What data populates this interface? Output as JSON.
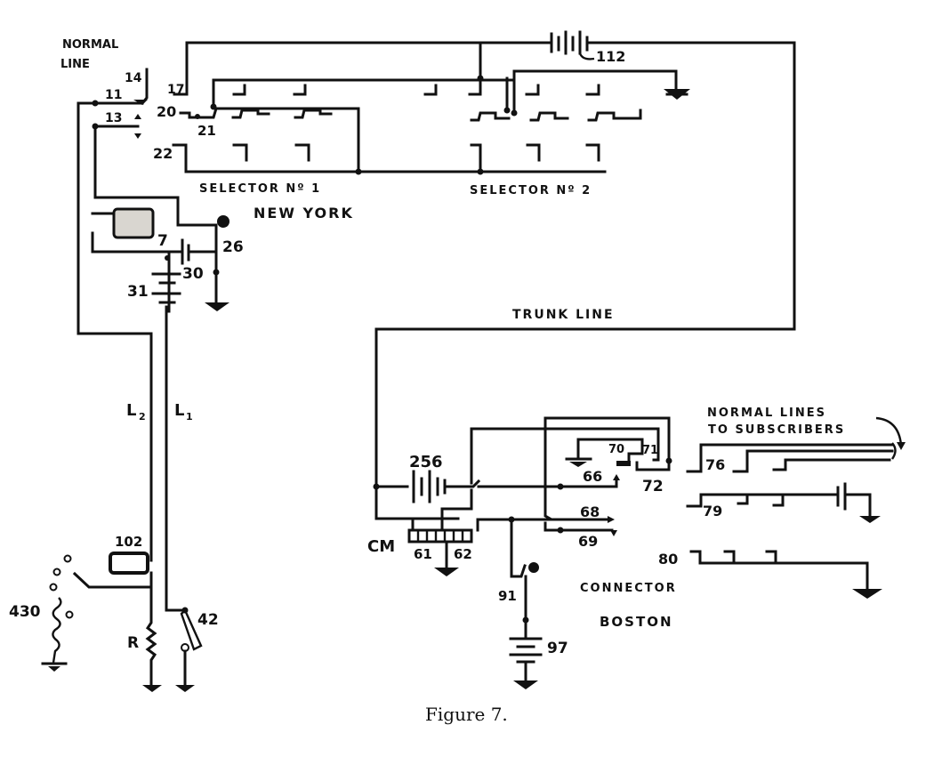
{
  "figure": {
    "caption": "Figure 7.",
    "colors": {
      "ink": "#111111",
      "paper": "#ffffff"
    }
  },
  "new_york": {
    "city_label": "NEW YORK",
    "normal_line_label_1": "NORMAL",
    "normal_line_label_2": "LINE",
    "selector_1_label": "SELECTOR Nº 1",
    "selector_2_label": "SELECTOR Nº 2",
    "refs": {
      "r11": "11",
      "r13": "13",
      "r14": "14",
      "r17": "17",
      "r20": "20",
      "r21": "21",
      "r22": "22",
      "r7": "7",
      "r26": "26",
      "r30": "30",
      "r31": "31",
      "r112": "112"
    }
  },
  "subscriber": {
    "line_2_label": "L",
    "line_2_sub": "2",
    "line_1_label": "L",
    "line_1_sub": "1",
    "refs": {
      "r102": "102",
      "r430": "430",
      "rR": "R",
      "r42": "42"
    }
  },
  "trunk": {
    "label": "TRUNK LINE"
  },
  "boston": {
    "city_label": "BOSTON",
    "connector_label": "CONNECTOR",
    "normal_lines_label_1": "NORMAL LINES",
    "normal_lines_label_2": "TO SUBSCRIBERS",
    "refs": {
      "r256": "256",
      "rCM": "CM",
      "r61": "61",
      "r62": "62",
      "r66": "66",
      "r68": "68",
      "r69": "69",
      "r70": "70",
      "r71": "71",
      "r72": "72",
      "r76": "76",
      "r79": "79",
      "r80": "80",
      "r91": "91",
      "r97": "97"
    }
  }
}
